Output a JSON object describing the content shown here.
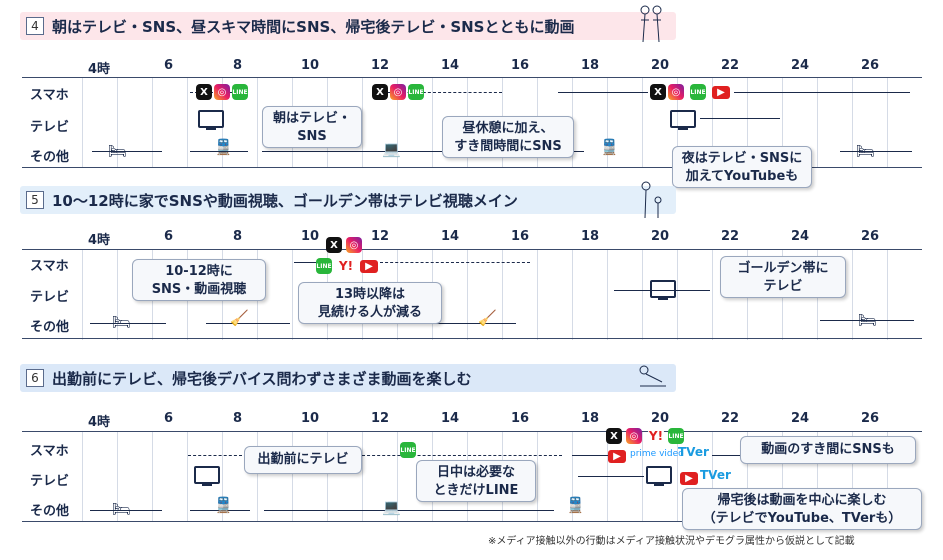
{
  "sections": [
    {
      "num": "4",
      "title": "朝はテレビ・SNS、昼スキマ時間にSNS、帰宅後テレビ・SNSとともに動画",
      "bg": "#fde6ea"
    },
    {
      "num": "5",
      "title": "10〜12時に家でSNSや動画視聴、ゴールデン帯はテレビ視聴メイン",
      "bg": "#e3effa"
    },
    {
      "num": "6",
      "title": "出勤前にテレビ、帰宅後デバイス問わずさまざま動画を楽しむ",
      "bg": "#dbe8f8"
    }
  ],
  "hours": [
    "4時",
    "6",
    "8",
    "10",
    "12",
    "14",
    "16",
    "18",
    "20",
    "22",
    "24",
    "26"
  ],
  "rows": [
    "スマホ",
    "テレビ",
    "その他"
  ],
  "callouts": {
    "s4a": "朝はテレビ・SNS",
    "s4b": "昼休憩に加え、すき間時間にSNS",
    "s4c": "夜はテレビ・SNSに加えてYouTubeも",
    "s5a": "10-12時にSNS・動画視聴",
    "s5b": "13時以降は見続ける人が減る",
    "s5c": "ゴールデン帯にテレビ",
    "s6a": "出勤前にテレビ",
    "s6b": "日中は必要なときだけLINE",
    "s6c": "動画のすき間にSNSも",
    "s6d": "帰宅後は動画を中心に楽しむ（テレビでYouTube、TVerも）"
  },
  "s4a1": "朝はテレビ・",
  "s4a2": "SNS",
  "s4b1": "昼休憩に加え、",
  "s4b2": "すき間時間にSNS",
  "s4c1": "夜はテレビ・SNSに",
  "s4c2": "加えてYouTubeも",
  "s5a1": "10-12時に",
  "s5a2": "SNS・動画視聴",
  "s5b1": "13時以降は",
  "s5b2": "見続ける人が減る",
  "s5c1": "ゴールデン帯に",
  "s5c2": "テレビ",
  "s6b1": "日中は必要な",
  "s6b2": "ときだけLINE",
  "s6d1": "帰宅後は動画を中心に楽しむ",
  "s6d2": "（テレビでYouTube、TVerも）",
  "footnote": "※メディア接触以外の行動はメディア接触状況やデモグラ属性から仮説として記載",
  "icons": {
    "x": "X",
    "ig": "◎",
    "line": "LINE",
    "yt": "▶",
    "yahoo": "Y!",
    "tver": "TVer",
    "prime": "prime video"
  }
}
